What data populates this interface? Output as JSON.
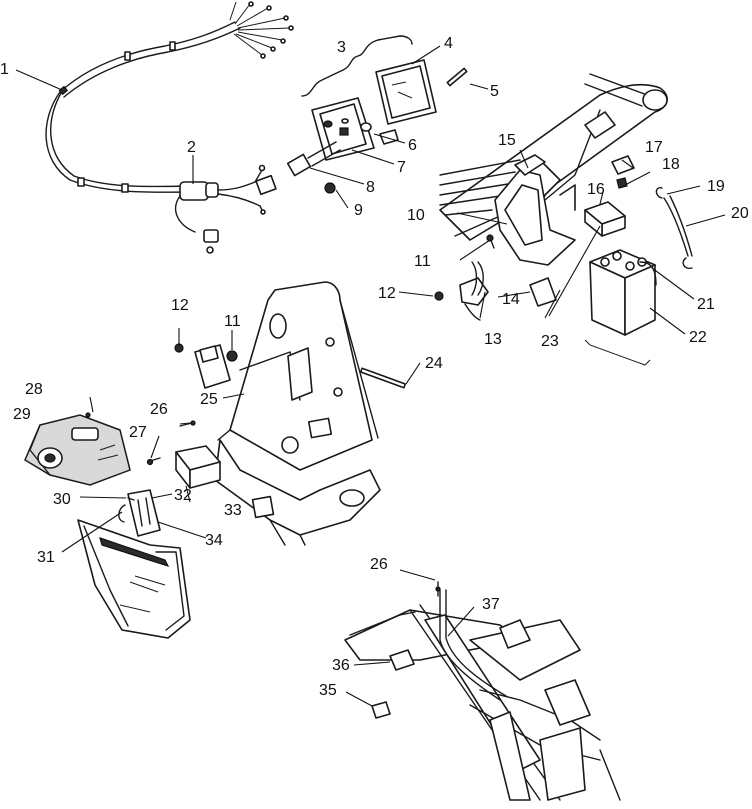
{
  "callouts": [
    {
      "id": "1",
      "label": "1"
    },
    {
      "id": "2",
      "label": "2"
    },
    {
      "id": "3",
      "label": "3"
    },
    {
      "id": "4",
      "label": "4"
    },
    {
      "id": "5",
      "label": "5"
    },
    {
      "id": "6",
      "label": "6"
    },
    {
      "id": "7",
      "label": "7"
    },
    {
      "id": "8",
      "label": "8"
    },
    {
      "id": "9",
      "label": "9"
    },
    {
      "id": "10",
      "label": "10"
    },
    {
      "id": "11a",
      "label": "11"
    },
    {
      "id": "11b",
      "label": "11"
    },
    {
      "id": "12a",
      "label": "12"
    },
    {
      "id": "12b",
      "label": "12"
    },
    {
      "id": "13",
      "label": "13"
    },
    {
      "id": "14",
      "label": "14"
    },
    {
      "id": "15",
      "label": "15"
    },
    {
      "id": "16",
      "label": "16"
    },
    {
      "id": "17",
      "label": "17"
    },
    {
      "id": "18",
      "label": "18"
    },
    {
      "id": "19",
      "label": "19"
    },
    {
      "id": "20",
      "label": "20"
    },
    {
      "id": "21",
      "label": "21"
    },
    {
      "id": "22",
      "label": "22"
    },
    {
      "id": "23",
      "label": "23"
    },
    {
      "id": "24",
      "label": "24"
    },
    {
      "id": "25",
      "label": "25"
    },
    {
      "id": "26a",
      "label": "26"
    },
    {
      "id": "26b",
      "label": "26"
    },
    {
      "id": "27",
      "label": "27"
    },
    {
      "id": "28",
      "label": "28"
    },
    {
      "id": "29",
      "label": "29"
    },
    {
      "id": "30",
      "label": "30"
    },
    {
      "id": "31",
      "label": "31"
    },
    {
      "id": "32",
      "label": "32"
    },
    {
      "id": "33",
      "label": "33"
    },
    {
      "id": "34",
      "label": "34"
    },
    {
      "id": "35",
      "label": "35"
    },
    {
      "id": "36",
      "label": "36"
    },
    {
      "id": "37",
      "label": "37"
    }
  ]
}
